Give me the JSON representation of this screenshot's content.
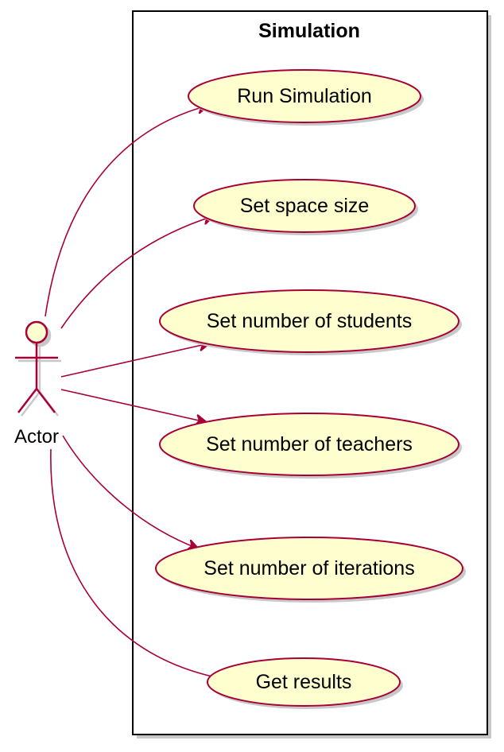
{
  "diagram": {
    "title": "Simulation",
    "actor": {
      "label": "Actor"
    },
    "use_cases": [
      {
        "label": "Run Simulation"
      },
      {
        "label": "Set space size"
      },
      {
        "label": "Set number of students"
      },
      {
        "label": "Set number of teachers"
      },
      {
        "label": "Set number of iterations"
      },
      {
        "label": "Get results"
      }
    ],
    "colors": {
      "use_case_fill": "#FEFECE",
      "border": "#A80036",
      "arrow": "#A80036",
      "system_border": "#000000",
      "shadow": "#C8C8C8"
    }
  }
}
